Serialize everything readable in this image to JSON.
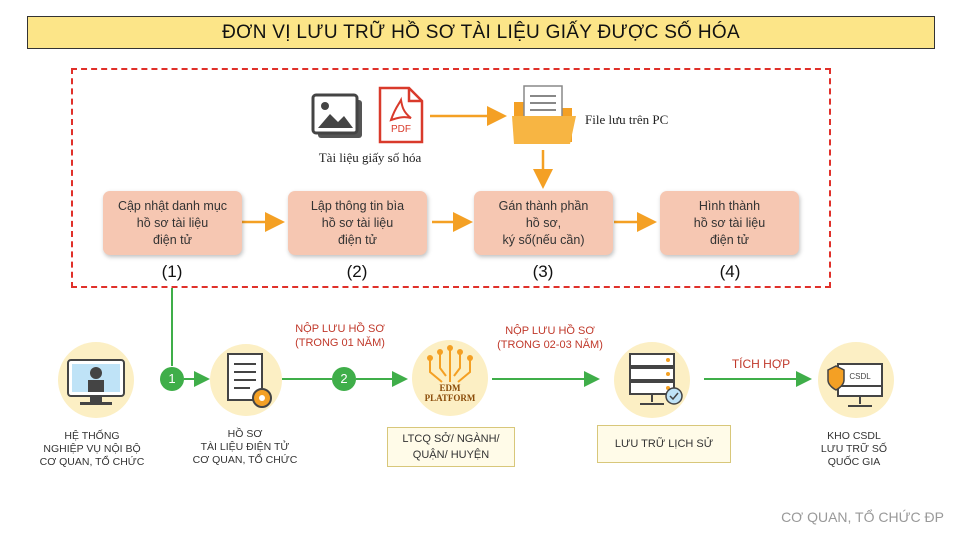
{
  "title": "ĐƠN VỊ LƯU TRỮ HỒ SƠ TÀI LIỆU GIẤY ĐƯỢC SỐ HÓA",
  "top": {
    "pdf_label": "PDF",
    "scanned_label": "Tài liệu giấy số hóa",
    "pc_label": "File lưu trên PC"
  },
  "steps": [
    {
      "text": "Cập nhật danh mục\nhồ sơ tài liệu\nđiện tử",
      "num": "(1)"
    },
    {
      "text": "Lập thông tin bìa\nhồ sơ tài liệu\nđiện tử",
      "num": "(2)"
    },
    {
      "text": "Gán thành phần\nhồ sơ,\nký số(nếu cần)",
      "num": "(3)"
    },
    {
      "text": "Hình thành\nhồ sơ tài liệu\nđiện tử",
      "num": "(4)"
    }
  ],
  "flow": {
    "submit1": "NỘP LƯU HỒ SƠ\n(TRONG 01 NĂM)",
    "submit2": "NỘP LƯU HỒ SƠ\n(TRONG 02-03 NĂM)",
    "integrate": "TÍCH HỢP",
    "circle1": "1",
    "circle2": "2",
    "system": "HỆ THỐNG\nNGHIỆP VỤ NỘI BỘ\nCƠ QUAN, TỔ CHỨC",
    "dossier": "HỒ SƠ\nTÀI LIỆU ĐIỆN TỬ\nCƠ QUAN, TỔ CHỨC",
    "platform_logo": "EDM\nPLATFORM",
    "ltcq": "LTCQ SỞ/ NGÀNH/\nQUẬN/ HUYỆN",
    "historical": "LƯU TRỮ LỊCH SỬ",
    "server_label": "CSDL",
    "national": "KHO CSDL\nLƯU TRỮ SỐ\nQUỐC GIA"
  },
  "footer": "CƠ QUAN, TỔ CHỨC ĐP",
  "colors": {
    "title_bg": "#fce588",
    "dashed": "#e0302a",
    "step_box": "#f6c7b2",
    "green": "#3fae49",
    "orange": "#f4a024",
    "red_text": "#c0392b"
  }
}
